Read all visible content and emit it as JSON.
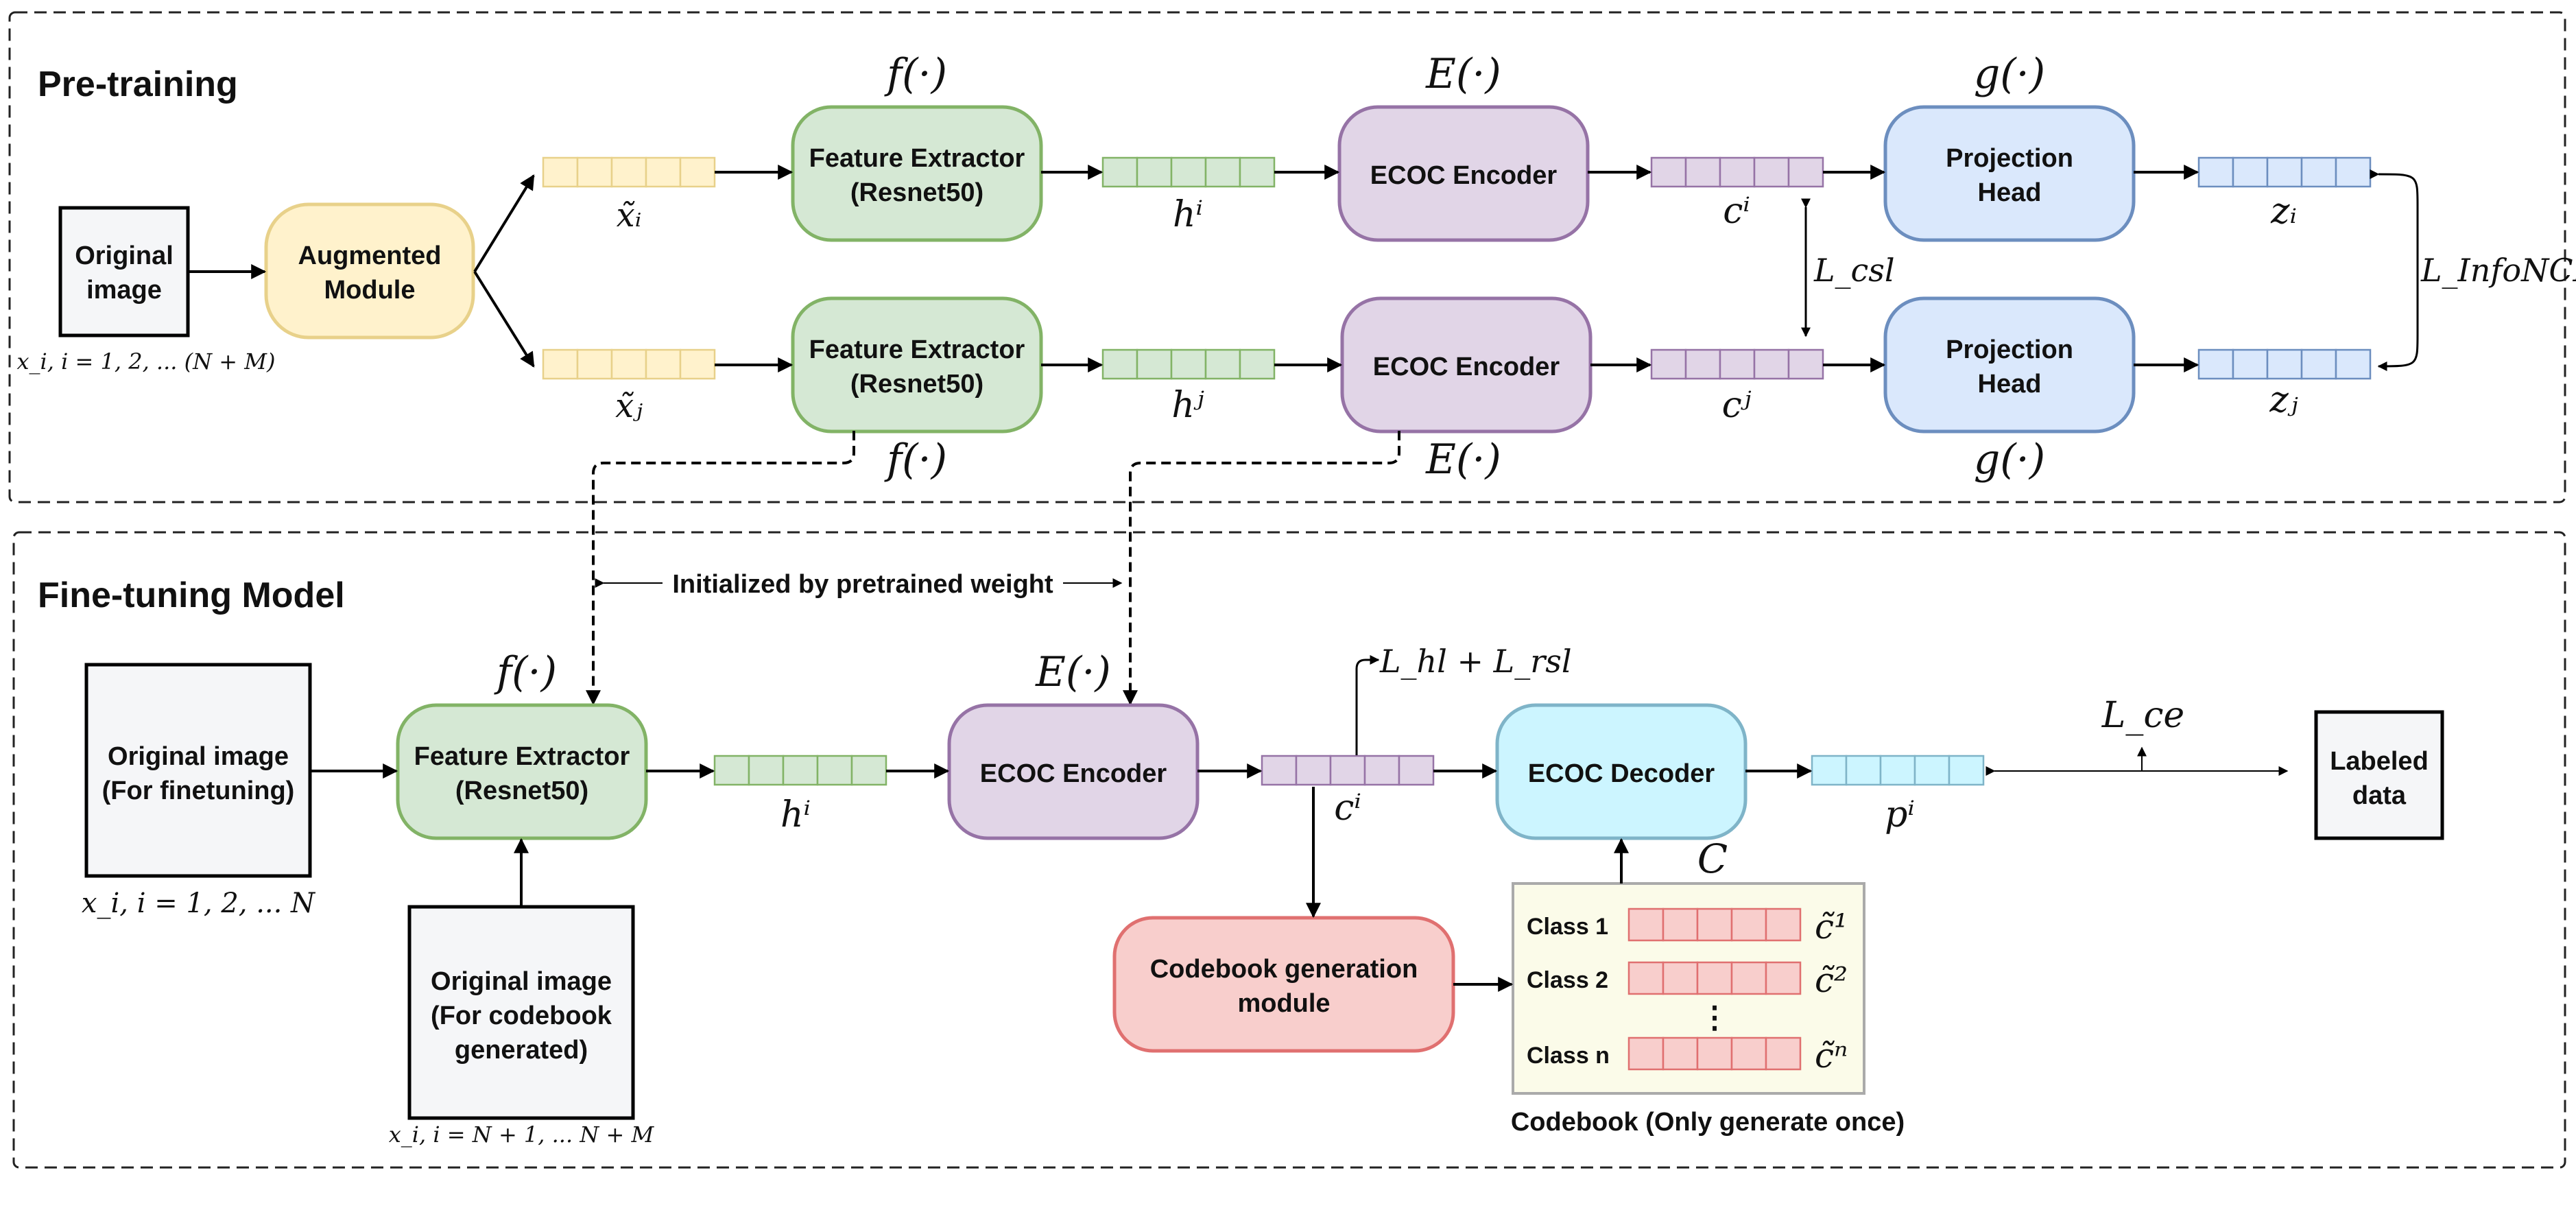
{
  "colors": {
    "yellow_fill": "#fff2cc",
    "yellow_stroke": "#e8d18a",
    "green_fill": "#d5e8d4",
    "green_stroke": "#82b366",
    "purple_fill": "#e1d5e7",
    "purple_stroke": "#9673a6",
    "blue_fill": "#dae8fc",
    "blue_stroke": "#6c8ebf",
    "cyan_fill": "#ccf5ff",
    "cyan_stroke": "#7fb4c8",
    "pink_fill": "#f8cecc",
    "pink_stroke": "#e07070",
    "codebook_fill": "#fbfbe9"
  },
  "pretraining": {
    "title": "Pre-training",
    "original_image": [
      "Original",
      "image"
    ],
    "input_label": "x_i, i = 1, 2, ... (N + M)",
    "augmented_module": [
      "Augmented",
      "Module"
    ],
    "x_tilde_i": "x̃ᵢ",
    "x_tilde_j": "x̃ⱼ",
    "feature_extractor": [
      "Feature Extractor",
      "(Resnet50)"
    ],
    "f_label": "f(·)",
    "h_i": "hⁱ",
    "h_j": "hʲ",
    "ecoc_encoder": "ECOC Encoder",
    "E_label": "E(·)",
    "c_i": "cⁱ",
    "c_j": "cʲ",
    "L_csl": "L_csl",
    "projection_head": [
      "Projection",
      "Head"
    ],
    "g_label": "g(·)",
    "z_i": "zᵢ",
    "z_j": "zⱼ",
    "L_infonce": "L_InfoNCE"
  },
  "finetuning": {
    "title": "Fine-tuning  Model",
    "init_label": "Initialized by pretrained weight",
    "original_image": [
      "Original image",
      "(For finetuning)"
    ],
    "input_label": "x_i, i = 1, 2, ... N",
    "feature_extractor": [
      "Feature Extractor",
      "(Resnet50)"
    ],
    "f_label": "f(·)",
    "codebook_image": [
      "Original image",
      "(For codebook",
      "generated)"
    ],
    "codebook_input_label": "x_i, i = N + 1, ... N + M",
    "h_i": "hⁱ",
    "ecoc_encoder": "ECOC Encoder",
    "E_label": "E(·)",
    "c_i": "cⁱ",
    "L_hl_rsl": "L_hl + L_rsl",
    "ecoc_decoder": "ECOC Decoder",
    "p_i": "pⁱ",
    "L_ce": "L_ce",
    "labeled_data": [
      "Labeled",
      "data"
    ],
    "codebook_gen": [
      "Codebook generation",
      "module"
    ],
    "C_label": "C",
    "codebook_rows": [
      {
        "label": "Class 1",
        "code": "c̃¹"
      },
      {
        "label": "Class 2",
        "code": "c̃²"
      },
      {
        "label": "Class n",
        "code": "c̃ⁿ"
      }
    ],
    "ellipsis": "⋮",
    "codebook_caption": "Codebook (Only generate once)"
  }
}
